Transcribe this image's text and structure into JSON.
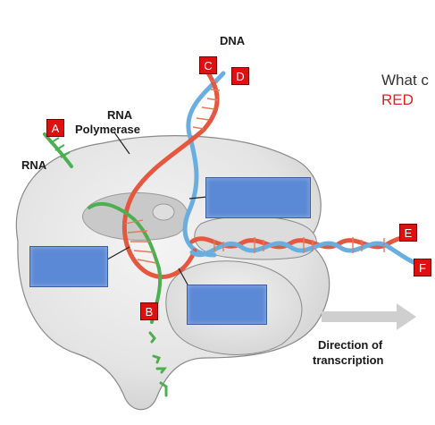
{
  "labels": {
    "dna": "DNA",
    "rna_polymerase_line1": "RNA",
    "rna_polymerase_line2": "Polymerase",
    "rna": "RNA",
    "direction_line1": "Direction of",
    "direction_line2": "transcription"
  },
  "badges": {
    "a": "A",
    "b": "B",
    "c": "C",
    "d": "D",
    "e": "E",
    "f": "F"
  },
  "question": {
    "line1": "What c",
    "line2": "RED"
  },
  "colors": {
    "badge": "#e01010",
    "question_red": "#e02020",
    "box_fill": "#5b89d6",
    "dna_red": "#e5573f",
    "dna_blue": "#6aaee0",
    "rna_green": "#4caf50",
    "polymerase": "#e6e6e6",
    "arrow": "#cfcfcf"
  }
}
